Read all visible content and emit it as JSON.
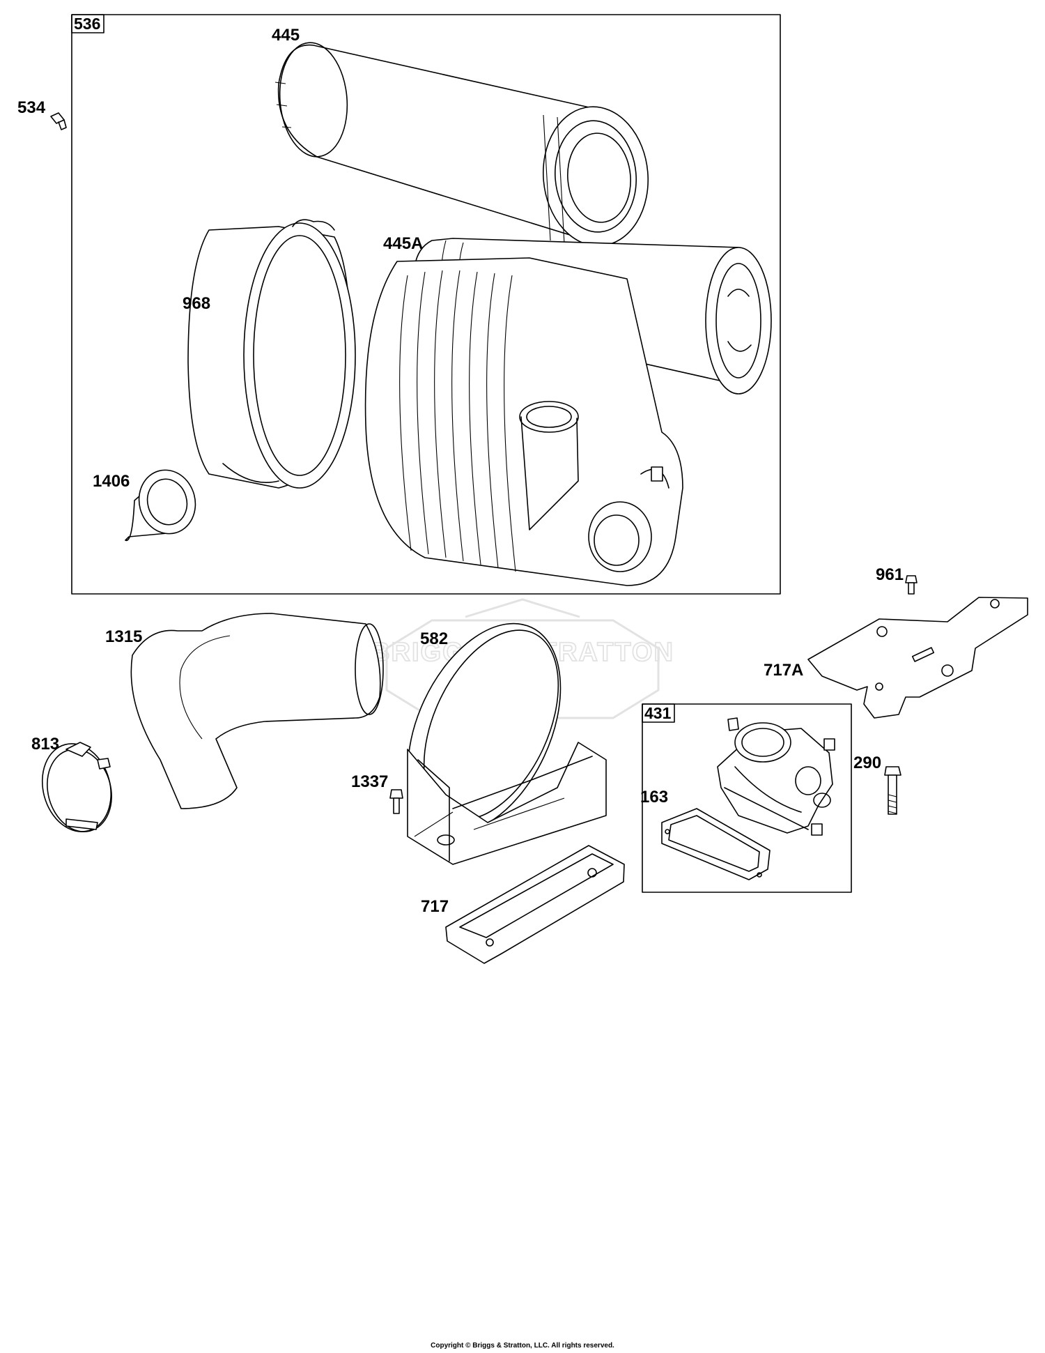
{
  "diagram": {
    "group_boxes": [
      {
        "id": "box-536",
        "label": "536"
      },
      {
        "id": "box-431",
        "label": "431"
      }
    ],
    "callouts": [
      {
        "id": "callout-445",
        "label": "445"
      },
      {
        "id": "callout-534",
        "label": "534"
      },
      {
        "id": "callout-445a",
        "label": "445A"
      },
      {
        "id": "callout-968",
        "label": "968"
      },
      {
        "id": "callout-1406",
        "label": "1406"
      },
      {
        "id": "callout-961",
        "label": "961"
      },
      {
        "id": "callout-1315",
        "label": "1315"
      },
      {
        "id": "callout-582",
        "label": "582"
      },
      {
        "id": "callout-717a",
        "label": "717A"
      },
      {
        "id": "callout-813",
        "label": "813"
      },
      {
        "id": "callout-163",
        "label": "163"
      },
      {
        "id": "callout-290",
        "label": "290"
      },
      {
        "id": "callout-1337",
        "label": "1337"
      },
      {
        "id": "callout-717",
        "label": "717"
      }
    ],
    "watermark": "BRIGGS & STRATTON",
    "copyright": "Copyright © Briggs & Stratton, LLC. All rights reserved."
  }
}
